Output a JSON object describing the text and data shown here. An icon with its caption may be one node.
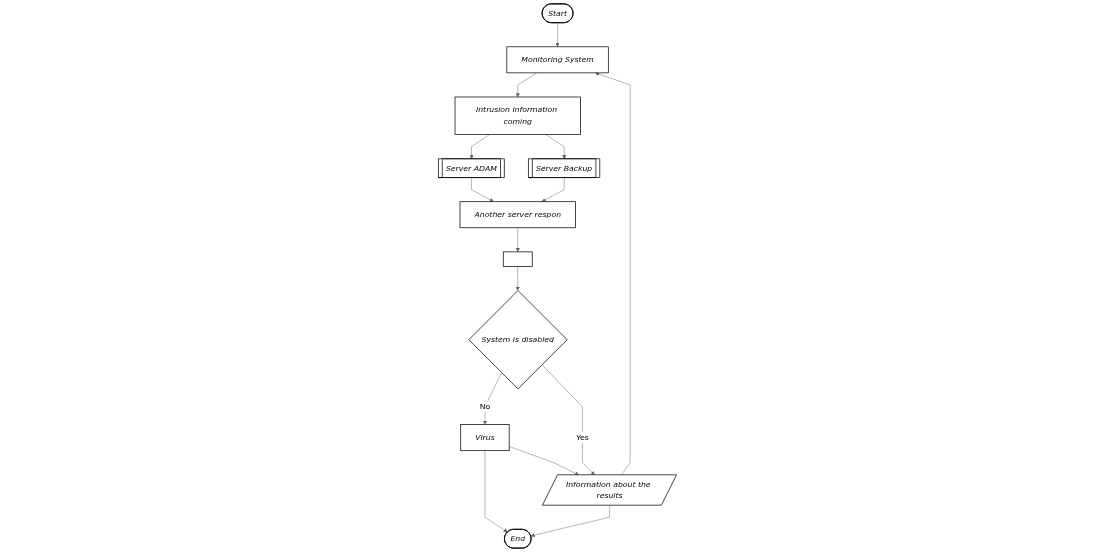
{
  "diagram": {
    "nodes": [
      {
        "text": [
          "Start"
        ]
      },
      {
        "text": [
          "Information about the results"
        ]
      },
      {
        "text": [
          "Monitoring System"
        ]
      },
      {
        "text": [
          "Intrusion information coming"
        ]
      },
      {
        "text": [
          "Server ADAM"
        ]
      },
      {
        "text": [
          "Server Backup"
        ]
      },
      {
        "text": [
          "Another server respon"
        ]
      },
      {
        "text": [],
        "shape": "box"
      },
      {
        "text": [
          "System is disabled"
        ]
      },
      {
        "text": [
          "Virus"
        ]
      },
      {
        "text": [
          "End"
        ]
      }
    ],
    "edges": [
      {
        "from": 0,
        "to": 2,
        "arrow": "to"
      },
      {
        "from": 9,
        "to": 1,
        "arrow": "to"
      },
      {
        "from": 1,
        "to": 2,
        "arrow": "to"
      },
      {
        "from": 2,
        "to": 3,
        "arrow": "to"
      },
      {
        "from": 3,
        "to": 4,
        "arrow": "to"
      },
      {
        "from": 3,
        "to": 5,
        "arrow": "to"
      },
      {
        "from": 4,
        "to": 6,
        "arrow": "to"
      },
      {
        "from": 5,
        "to": 6,
        "arrow": "to"
      },
      {
        "from": 6,
        "to": 7,
        "arrow": "to"
      },
      {
        "from": 7,
        "to": 8,
        "arrow": "to"
      },
      {
        "from": 8,
        "to": 1,
        "label": "Yes",
        "arrow": "to"
      },
      {
        "from": 8,
        "to": 9,
        "label": "No",
        "arrow": "to"
      },
      {
        "from": 9,
        "to": 10,
        "arrow": "to"
      },
      {
        "from": 1,
        "to": 10,
        "arrow": "to"
      }
    ]
  }
}
